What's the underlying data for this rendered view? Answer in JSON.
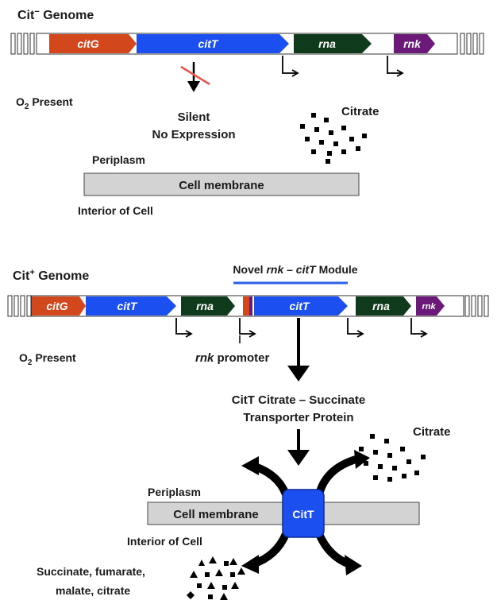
{
  "panel_top": {
    "title_prefix": "Cit",
    "title_sup": "−",
    "title_suffix": " Genome",
    "genes": {
      "citG": "citG",
      "citT": "citT",
      "rna": "rna",
      "rnk": "rnk"
    },
    "o2_prefix": "O",
    "o2_sub": "2",
    "o2_suffix": " Present",
    "silent": "Silent",
    "no_expression": "No Expression",
    "citrate": "Citrate",
    "periplasm": "Periplasm",
    "membrane": "Cell membrane",
    "interior": "Interior of Cell"
  },
  "panel_bottom": {
    "title_prefix": "Cit",
    "title_sup": "+",
    "title_suffix": " Genome",
    "module_prefix": "Novel ",
    "module_italic": "rnk – citT",
    "module_suffix": " Module",
    "genes": {
      "citG": "citG",
      "citT": "citT",
      "rna": "rna",
      "citT2": "citT",
      "rna2": "rna",
      "rnk": "rnk"
    },
    "o2_prefix": "O",
    "o2_sub": "2",
    "o2_suffix": " Present",
    "promoter_italic": "rnk",
    "promoter_suffix": " promoter",
    "protein_line1": "CitT Citrate – Succinate",
    "protein_line2": "Transporter Protein",
    "citrate": "Citrate",
    "periplasm": "Periplasm",
    "membrane": "Cell membrane",
    "transporter": "CitT",
    "interior": "Interior of Cell",
    "products_line1": "Succinate, fumarate,",
    "products_line2": "malate, citrate"
  },
  "colors": {
    "citG": "#d3471c",
    "citT": "#1c4ff0",
    "rna": "#0f3a1c",
    "rnk": "#6b1a7a",
    "membrane": "#d3d3d3",
    "module_bar": "#2b62e6",
    "transporter": "#1c4ff0"
  }
}
